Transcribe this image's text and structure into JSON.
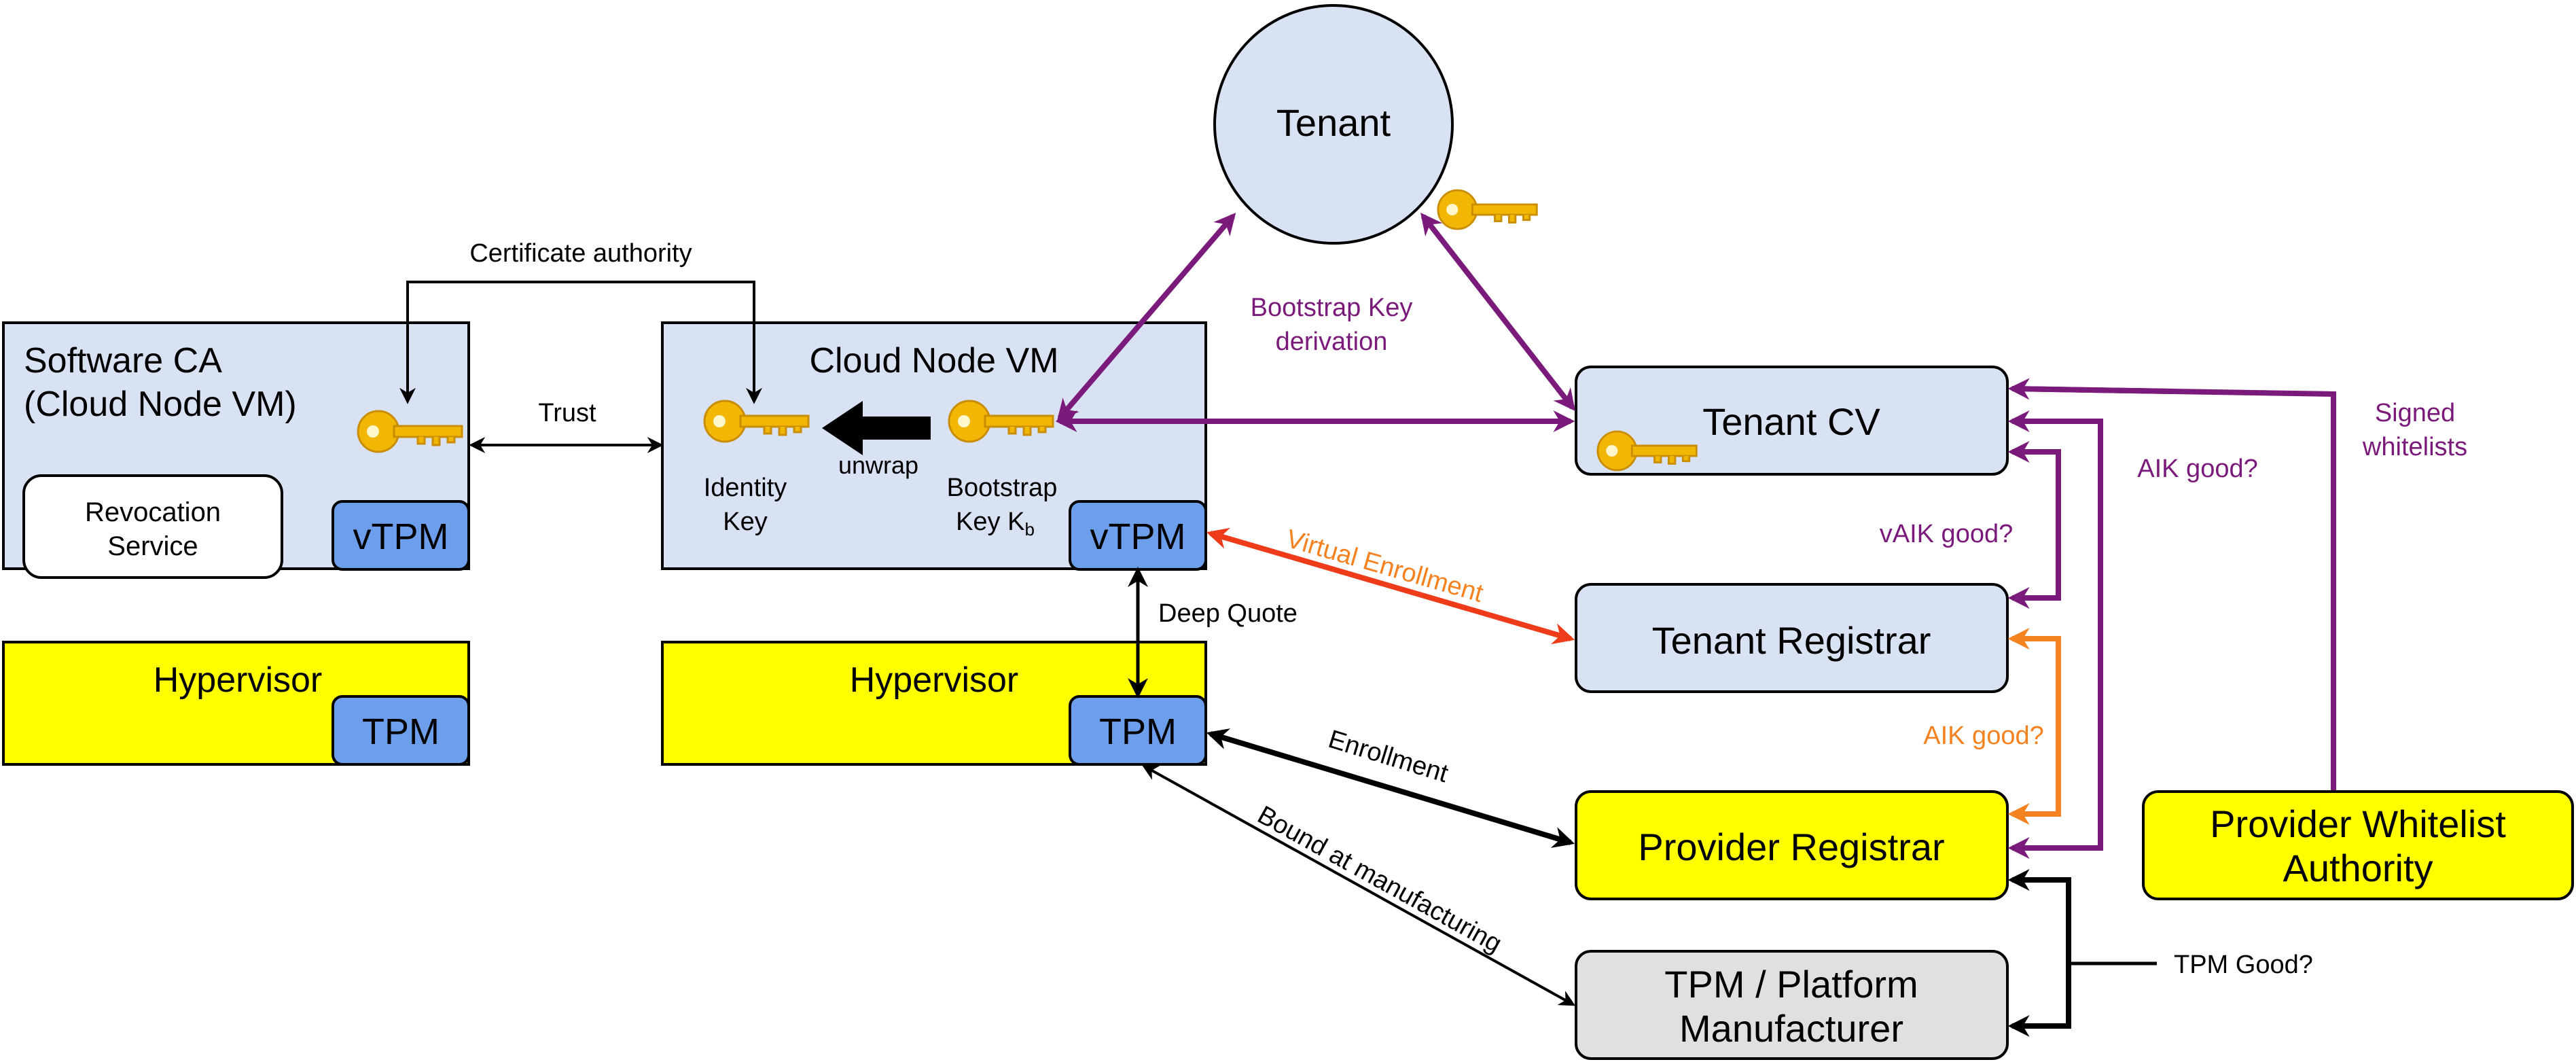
{
  "colors": {
    "light_blue_box": "#d9e2f3",
    "yellow_box": "#ffff00",
    "tpm_blue": "#6d9eeb",
    "gray_box": "#e0e0e0",
    "purple": "#7a1a7a",
    "orange": "#f58220",
    "red_orange": "#ee3b1a",
    "key_gold": "#f2b705"
  },
  "nodes": {
    "tenant": "Tenant",
    "software_ca_line1": "Software CA",
    "software_ca_line2": "(Cloud Node VM)",
    "revocation_line1": "Revocation",
    "revocation_line2": "Service",
    "vtpm_left": "vTPM",
    "cloud_node_vm": "Cloud Node VM",
    "identity_key_line1": "Identity",
    "identity_key_line2": "Key",
    "bootstrap_key_line1": "Bootstrap",
    "bootstrap_key_line2": "Key K",
    "bootstrap_key_sub": "b",
    "vtpm_center": "vTPM",
    "hypervisor_left": "Hypervisor",
    "tpm_left": "TPM",
    "hypervisor_center": "Hypervisor",
    "tpm_center": "TPM",
    "tenant_cv": "Tenant CV",
    "tenant_registrar": "Tenant Registrar",
    "provider_registrar": "Provider Registrar",
    "provider_whitelist_line1": "Provider Whitelist",
    "provider_whitelist_line2": "Authority",
    "tpm_manufacturer_line1": "TPM / Platform",
    "tpm_manufacturer_line2": "Manufacturer"
  },
  "labels": {
    "certificate_authority": "Certificate authority",
    "trust": "Trust",
    "unwrap": "unwrap",
    "bootstrap_derivation_line1": "Bootstrap Key",
    "bootstrap_derivation_line2": "derivation",
    "signed_whitelists_line1": "Signed",
    "signed_whitelists_line2": "whitelists",
    "aik_good_purple": "AIK good?",
    "vaik_good": "vAIK good?",
    "virtual_enrollment": "Virtual Enrollment",
    "deep_quote": "Deep Quote",
    "aik_good_orange": "AIK good?",
    "enrollment": "Enrollment",
    "bound_at_manufacturing": "Bound at manufacturing",
    "tpm_good": "TPM Good?"
  },
  "icons": [
    "key-icon"
  ]
}
